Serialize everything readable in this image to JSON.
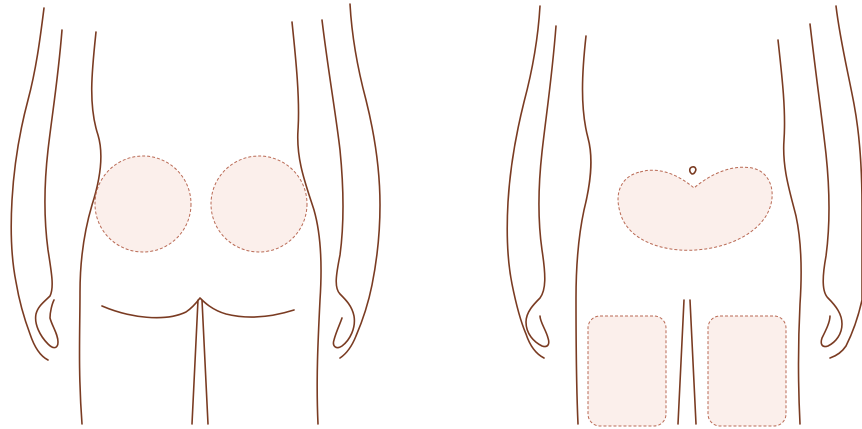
{
  "colors": {
    "outline": "#7a3b22",
    "zone_fill": "#fbefeb",
    "zone_stroke": "#b96a55",
    "background": "#ffffff"
  },
  "figures": [
    {
      "view": "back",
      "zones": [
        "left-buttock",
        "right-buttock"
      ]
    },
    {
      "view": "front",
      "zones": [
        "abdomen",
        "left-thigh",
        "right-thigh"
      ]
    }
  ]
}
